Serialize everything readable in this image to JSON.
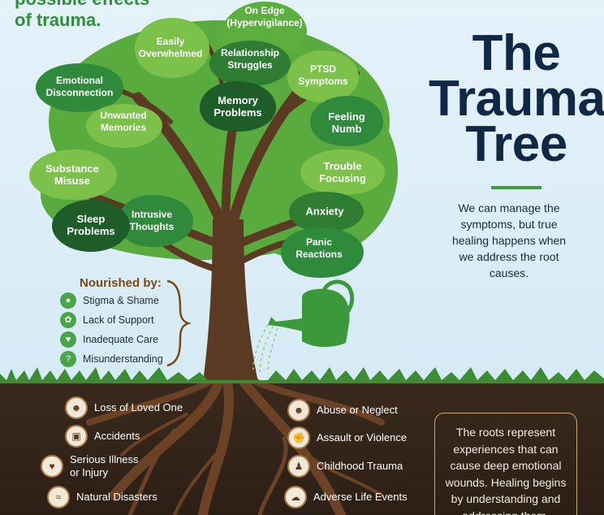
{
  "heading_partial": {
    "line1": "possible effects",
    "line2": "of trauma."
  },
  "title": {
    "line1": "The",
    "line2": "Trauma",
    "line3": "Tree"
  },
  "subtitle": "We can manage the symptoms, but true healing happens when we address the root causes.",
  "leaves": [
    {
      "line1": "On Edge",
      "line2": "(Hypervigilance)"
    },
    {
      "line1": "Easily",
      "line2": "Overwhelmed"
    },
    {
      "line1": "Relationship",
      "line2": "Struggles"
    },
    {
      "line1": "PTSD",
      "line2": "Symptoms"
    },
    {
      "line1": "Emotional",
      "line2": "Disconnection"
    },
    {
      "line1": "Memory",
      "line2": "Problems"
    },
    {
      "line1": "Unwanted",
      "line2": "Memories"
    },
    {
      "line1": "Feeling",
      "line2": "Numb"
    },
    {
      "line1": "Substance",
      "line2": "Misuse"
    },
    {
      "line1": "Trouble",
      "line2": "Focusing"
    },
    {
      "line1": "Intrusive",
      "line2": "Thoughts"
    },
    {
      "line1": "Sleep",
      "line2": "Problems"
    },
    {
      "line1": "Anxiety",
      "line2": ""
    },
    {
      "line1": "Panic",
      "line2": "Reactions"
    }
  ],
  "nourished": {
    "title": "Nourished by:",
    "items": [
      {
        "label": "Stigma & Shame",
        "icon": "person-icon"
      },
      {
        "label": "Lack of Support",
        "icon": "people-icon"
      },
      {
        "label": "Inadequate Care",
        "icon": "care-icon"
      },
      {
        "label": "Misunderstanding",
        "icon": "question-icon"
      }
    ]
  },
  "roots_left": [
    {
      "line1": "Loss of Loved One",
      "line2": "",
      "icon": "person-icon"
    },
    {
      "line1": "Accidents",
      "line2": "",
      "icon": "car-icon"
    },
    {
      "line1": "Serious Illness",
      "line2": "or Injury",
      "icon": "heart-icon"
    },
    {
      "line1": "Natural Disasters",
      "line2": "",
      "icon": "wave-icon"
    }
  ],
  "roots_right": [
    {
      "label": "Abuse or Neglect",
      "icon": "person-icon"
    },
    {
      "label": "Assault or Violence",
      "icon": "fist-icon"
    },
    {
      "label": "Childhood Trauma",
      "icon": "child-icon"
    },
    {
      "label": "Adverse Life Events",
      "icon": "storm-icon"
    }
  ],
  "roots_note": "The roots represent experiences that can cause deep emotional wounds. Healing begins by understanding and addressing them.",
  "colors": {
    "leaf_dark": "#1f6b30",
    "leaf_mid": "#3f9a39",
    "leaf_light": "#7cc24a",
    "trunk": "#5a3a22",
    "title": "#0f2846",
    "soil": "#2f2218",
    "accent": "#3e9a3c"
  }
}
